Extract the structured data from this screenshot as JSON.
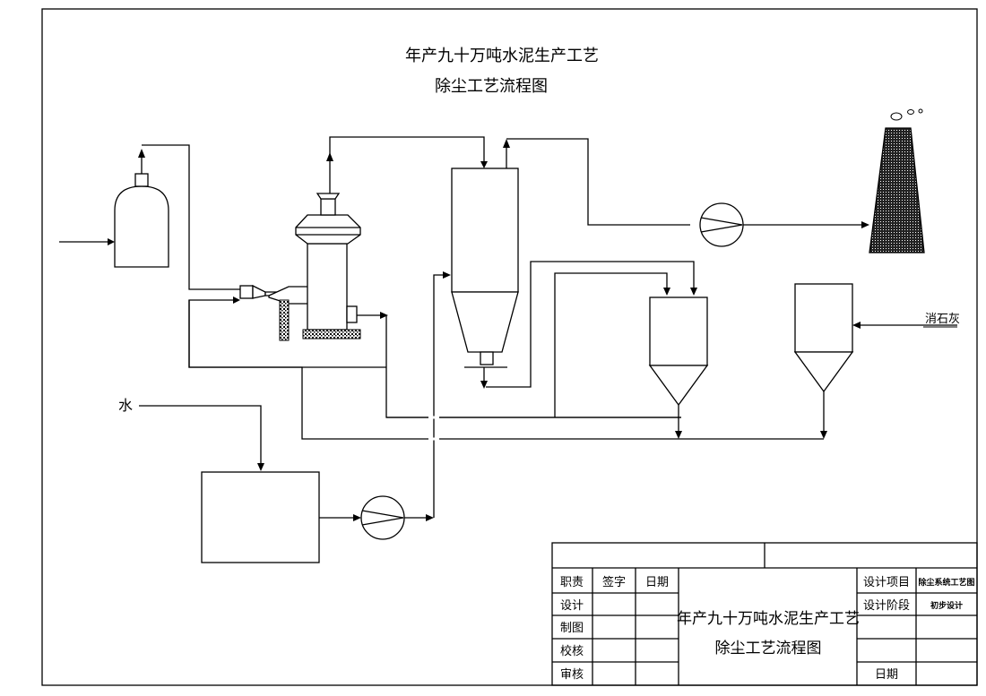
{
  "title": {
    "line1": "年产九十万吨水泥生产工艺",
    "line2": "除尘工艺流程图"
  },
  "labels": {
    "water": "水",
    "lime": "消石灰"
  },
  "title_block": {
    "headers": [
      "职责",
      "签字",
      "日期"
    ],
    "roles": [
      "设计",
      "制图",
      "校核",
      "审核"
    ],
    "center_title_line1": "年产九十万吨水泥生产工艺",
    "center_title_line2": "除尘工艺流程图",
    "project_label": "设计项目",
    "project_value": "除尘系统工艺图",
    "stage_label": "设计阶段",
    "stage_value": "初步设计",
    "date_label": "日期"
  }
}
